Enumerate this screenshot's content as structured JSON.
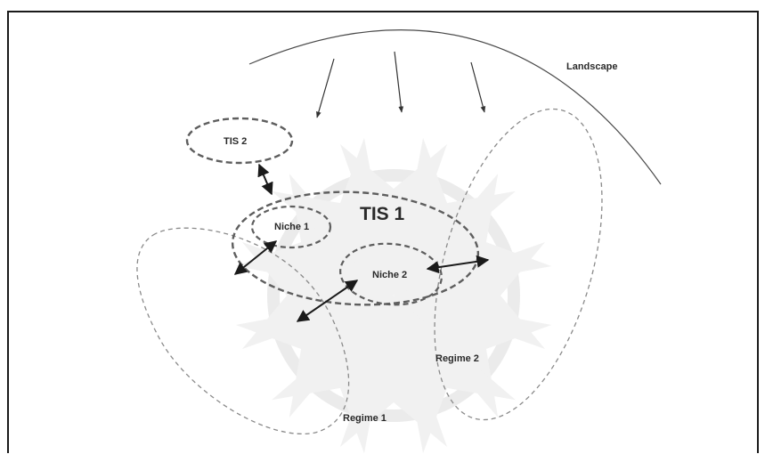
{
  "diagram": {
    "landscape_label": "Landscape",
    "tis1_label": "TIS 1",
    "tis2_label": "TIS 2",
    "niche1_label": "Niche 1",
    "niche2_label": "Niche 2",
    "regime1_label": "Regime 1",
    "regime2_label": "Regime 2",
    "colors": {
      "line": "#333333",
      "dashed": "#6e6e6e",
      "regime_dashed": "#8a8a8a",
      "watermark": "#ebebeb",
      "label": "#2a2a2a"
    }
  }
}
